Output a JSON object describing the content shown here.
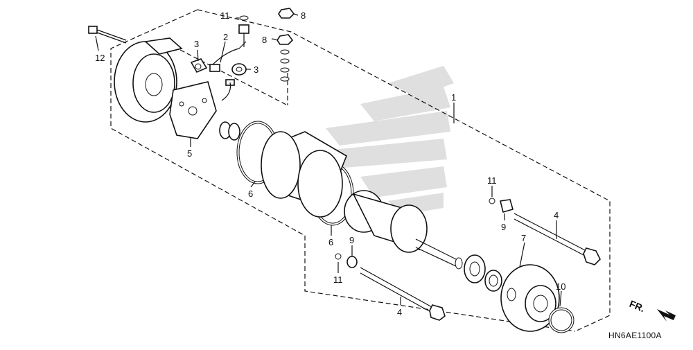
{
  "diagram": {
    "reference_code": "HN6AE1100A",
    "direction_label": "FR.",
    "callouts": {
      "c1": "1",
      "c2": "2",
      "c3a": "3",
      "c3b": "3",
      "c4a": "4",
      "c4b": "4",
      "c5": "5",
      "c6a": "6",
      "c6b": "6",
      "c7": "7",
      "c8a": "8",
      "c8b": "8",
      "c9a": "9",
      "c9b": "9",
      "c10": "10",
      "c11a": "11",
      "c11b": "11",
      "c11c": "11",
      "c12": "12"
    }
  }
}
